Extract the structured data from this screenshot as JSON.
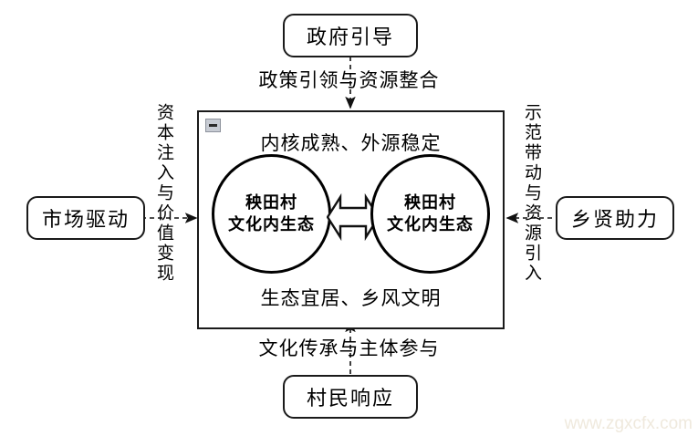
{
  "diagram": {
    "title_top_box": "政府引导",
    "title_bottom_box": "村民响应",
    "title_left_box": "市场驱动",
    "title_right_box": "乡贤助力",
    "main": {
      "caption_top": "内核成熟、外源稳定",
      "caption_bottom": "生态宜居、乡风文明",
      "collapse_control": "minus-icon",
      "circle_left_line1": "秧田村",
      "circle_left_line2": "文化内生态",
      "circle_right_line1": "秧田村",
      "circle_right_line2": "文化内生态",
      "connector": "double-headed-arrow"
    },
    "connectors": {
      "top_label": "政策引领与资源整合",
      "bottom_label": "文化传承与主体参与",
      "left_label": "资本注入与价值变现",
      "right_label": "示范带动与资源引入"
    },
    "watermark": "www.zgxcfx.com",
    "colors": {
      "stroke": "#1a1a1a",
      "circle_stroke": "#000000",
      "text": "#000000",
      "background": "#ffffff",
      "collapse_fill": "#c8ccd4",
      "watermark": "#efe9dd"
    }
  }
}
